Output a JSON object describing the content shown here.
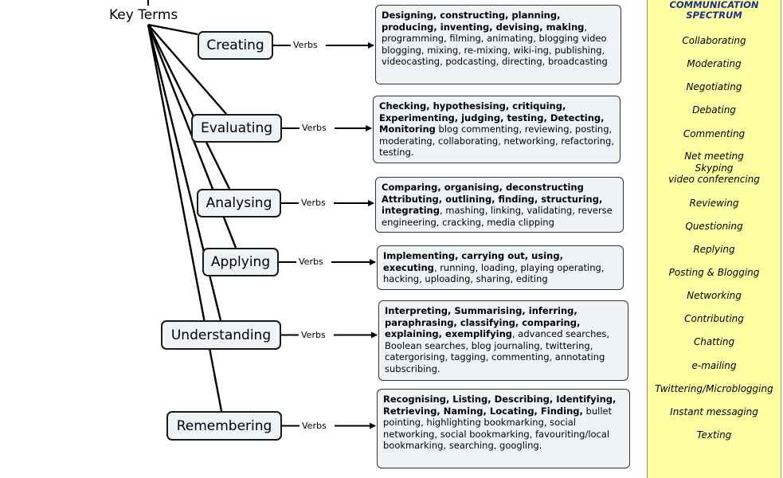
{
  "root": {
    "label": "Key Terms"
  },
  "verbs_label": "Verbs",
  "levels": [
    {
      "name": "Creating",
      "bold": "Designing, constructing, planning, producing, inventing, devising, making",
      "rest": ", programming, filming, animating, blogging video blogging, mixing, re-mixing, wiki-ing, publishing, videocasting, podcasting, directing, broadcasting"
    },
    {
      "name": "Evaluating",
      "bold": "Checking, hypothesising, critiquing, Experimenting, judging, testing, Detecting, Monitoring",
      "rest": " blog commenting, reviewing, posting, moderating, collaborating, networking, refactoring, testing."
    },
    {
      "name": "Analysing",
      "bold": "Comparing, organising, deconstructing Attributing, outlining, finding, structuring, integrating",
      "rest": ", mashing, linking, validating, reverse engineering, cracking, media clipping"
    },
    {
      "name": "Applying",
      "bold": "Implementing, carrying out, using, executing",
      "rest": ", running, loading, playing operating, hacking, uploading, sharing, editing"
    },
    {
      "name": "Understanding",
      "bold": "Interpreting, Summarising, inferring, paraphrasing, classifying, comparing, explaining, exemplifying",
      "rest": ", advanced searches, Boolean searches, blog journaling, twittering, catergorising, tagging, commenting, annotating subscribing."
    },
    {
      "name": "Remembering",
      "bold": "Recognising, Listing, Describing, Identifying, Retrieving, Naming, Locating, Finding,",
      "rest": " bullet pointing, highlighting bookmarking, social networking, social bookmarking, favouriting/local bookmarking, searching, googling."
    }
  ],
  "spectrum": {
    "title": "COMMUNICATION\nSPECTRUM",
    "items": [
      "Collaborating",
      "Moderating",
      "Negotiating",
      "Debating",
      "Commenting",
      "Net meeting\nSkyping\nvideo conferencing",
      "Reviewing",
      "Questioning",
      "Replying",
      "Posting & Blogging",
      "Networking",
      "Contributing",
      "Chatting",
      "e-mailing",
      "Twittering/Microblogging",
      "Instant messaging",
      "Texting"
    ]
  },
  "colors": {
    "node_fill": "#eef3f6",
    "spectrum_bg": "#ffffa3",
    "spectrum_title": "#1f2f8a"
  }
}
